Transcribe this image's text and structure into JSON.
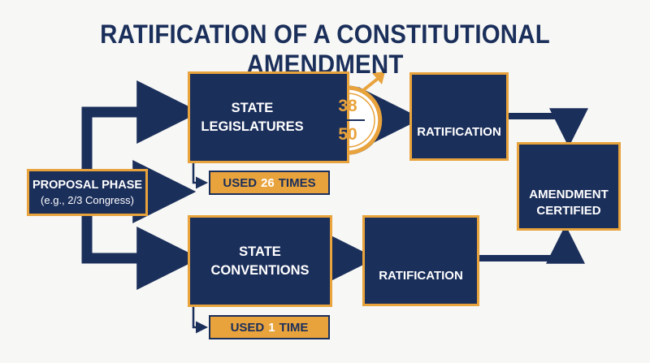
{
  "title": "RATIFICATION OF A CONSTITUTIONAL AMENDMENT",
  "colors": {
    "navy": "#1b2f5b",
    "gold": "#e8a33c",
    "background": "#f7f7f5"
  },
  "proposal": {
    "label": "PROPOSAL PHASE",
    "sublabel": "(e.g., 2/3 Congress)"
  },
  "legislatures": {
    "label_line1": "STATE",
    "label_line2": "LEGISLATURES",
    "fraction": {
      "numerator": "38",
      "denominator": "50"
    },
    "badge": {
      "prefix": "USED",
      "count": "26",
      "suffix": "TIMES"
    },
    "ratification_label": "RATIFICATION"
  },
  "conventions": {
    "label_line1": "STATE",
    "label_line2": "CONVENTIONS",
    "badge": {
      "prefix": "USED",
      "count": "1",
      "suffix": "TIME"
    },
    "ratification_label": "RATIFICATION"
  },
  "certified": {
    "label_line1": "AMENDMENT",
    "label_line2": "CERTIFIED"
  },
  "icons": [
    "checkmark-icon",
    "award-ribbon-icon",
    "upward-arrow-icon"
  ]
}
